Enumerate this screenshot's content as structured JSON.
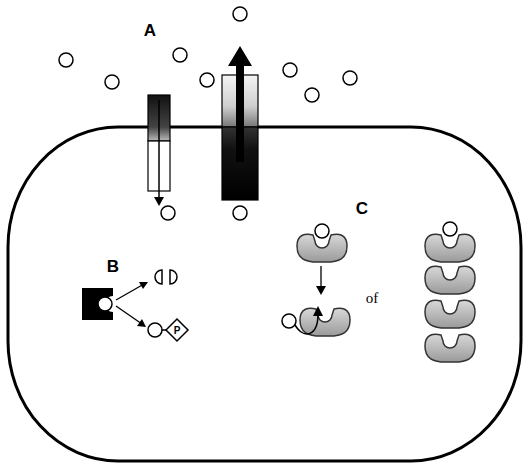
{
  "diagram": {
    "labels": [
      "A",
      "B",
      "C",
      "of",
      "P"
    ]
  }
}
